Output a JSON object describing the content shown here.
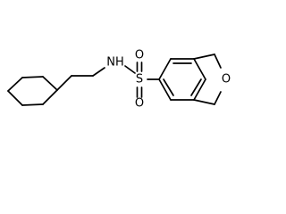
{
  "molecule": {
    "atom_labels": {
      "nh": "NH",
      "s": "S",
      "o_top": "O",
      "o_bottom": "O",
      "o_ring": "O"
    },
    "line_color": "#000000",
    "background": "#ffffff"
  }
}
